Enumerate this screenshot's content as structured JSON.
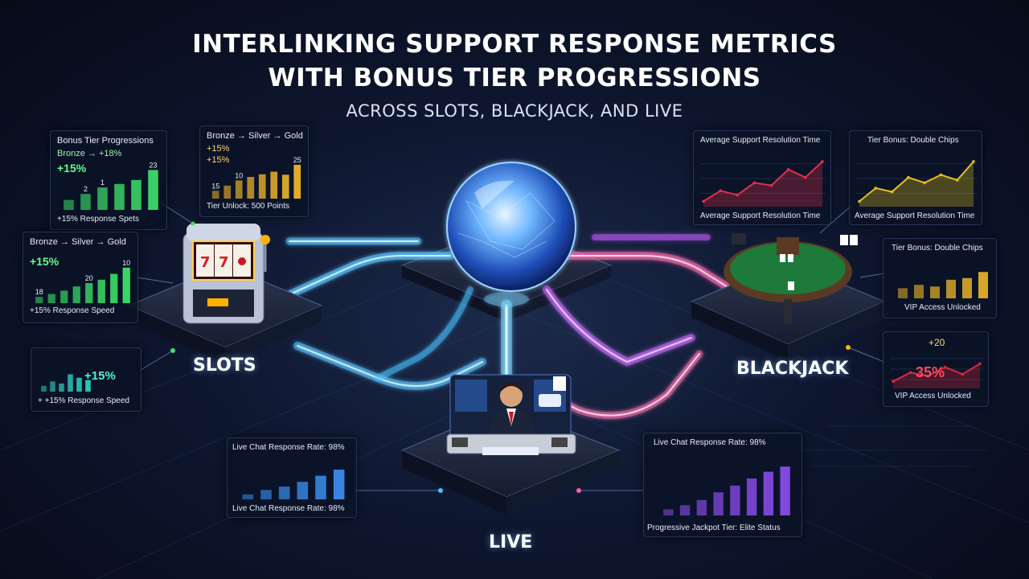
{
  "title": {
    "line1": "INTERLINKING SUPPORT RESPONSE METRICS",
    "line2": "WITH BONUS TIER PROGRESSIONS",
    "subtitle": "ACROSS SLOTS, BLACKJACK, AND LIVE"
  },
  "nodes": {
    "slots": "SLOTS",
    "blackjack": "BLACKJACK",
    "live": "LIVE"
  },
  "panels": {
    "slots_tier": {
      "title": "Bonus Tier Progressions",
      "line1": "Bronze → +18%",
      "pct": "+15%",
      "footer": "+15% Response Spets",
      "chart_data": {
        "type": "bar",
        "values": [
          20,
          32,
          45,
          52,
          60,
          80
        ],
        "labels": [
          "",
          "2",
          "1",
          "",
          "",
          "23"
        ],
        "color": "#3ee06a"
      }
    },
    "slots_gold": {
      "title": "Bronze → Silver → Gold",
      "line1": "+15%",
      "line2": "+15%",
      "footer": "Tier Unlock: 500 Points",
      "chart_data": {
        "type": "bar",
        "values": [
          18,
          30,
          42,
          50,
          56,
          62,
          55,
          78
        ],
        "labels": [
          "15",
          "",
          "10",
          "",
          "",
          "",
          "",
          "25"
        ],
        "color": "#f0b62a"
      }
    },
    "slots_left": {
      "title": "Bronze → Silver → Gold",
      "pct": "+15%",
      "footer": "+15% Response Speed",
      "chart_data": {
        "type": "bar",
        "values": [
          15,
          22,
          30,
          40,
          48,
          56,
          70,
          85
        ],
        "labels": [
          "18",
          "",
          "",
          "",
          "20",
          "",
          "",
          "10"
        ],
        "color": "#3ee06a"
      }
    },
    "slots_speed": {
      "pct": "+15%",
      "footer": "+ +15% Response Speed",
      "chart_data": {
        "type": "bar",
        "values": [
          20,
          35,
          28,
          60,
          48,
          40
        ],
        "color": "#2fd2c4"
      }
    },
    "bj_resolution": {
      "title": "Average Support Resolution Time",
      "footer": "Average Support Resolution Time",
      "chart_data": {
        "type": "area",
        "values": [
          10,
          30,
          22,
          45,
          40,
          70,
          55,
          85
        ],
        "color": "#e0304a"
      }
    },
    "bj_double": {
      "title": "Tier Bonus: Double Chips",
      "footer": "Average Support Resolution Time",
      "chart_data": {
        "type": "area",
        "values": [
          10,
          35,
          28,
          55,
          45,
          60,
          50,
          85
        ],
        "color": "#e6c21a"
      }
    },
    "bj_vip": {
      "title": "Tier Bonus: Double Chips",
      "footer": "VIP Access Unlocked",
      "chart_data": {
        "type": "bar",
        "values": [
          30,
          40,
          35,
          55,
          60,
          78
        ],
        "color": "#e8b22a"
      }
    },
    "bj_pct": {
      "top": "+20",
      "pct": "35%",
      "footer": "VIP Access Unlocked",
      "chart_data": {
        "type": "area",
        "values": [
          20,
          45,
          35,
          60,
          40,
          70
        ],
        "color": "#d8283c"
      }
    },
    "live_chat": {
      "title": "Live Chat Response Rate: 98%",
      "footer": "Live Chat Response Rate: 98%",
      "chart_data": {
        "type": "bar",
        "values": [
          15,
          28,
          38,
          52,
          70,
          88
        ],
        "color": "#3b8ef0"
      }
    },
    "live_jackpot": {
      "title": "Live Chat Response Rate: 98%",
      "footer": "Progressive Jackpot Tier: Elite Status",
      "chart_data": {
        "type": "bar",
        "values": [
          12,
          20,
          30,
          45,
          58,
          72,
          85,
          95
        ],
        "color": "#8a4be8"
      }
    }
  }
}
